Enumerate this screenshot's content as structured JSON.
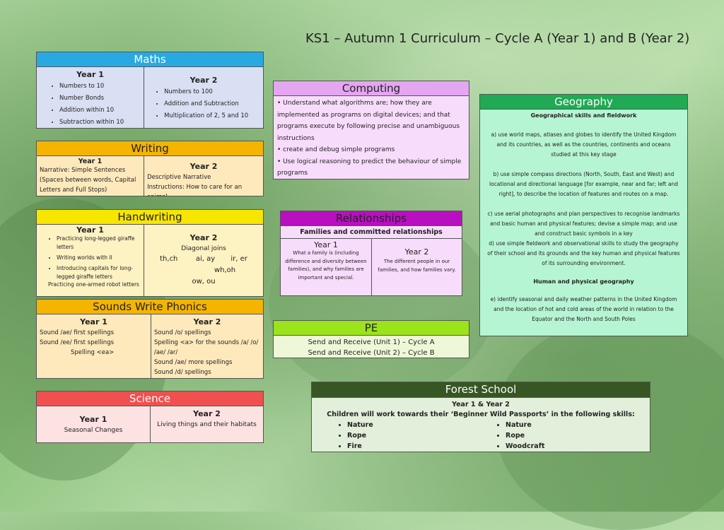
{
  "title": "KS1 – Autumn 1 Curriculum – Cycle A (Year 1) and B (Year 2)",
  "maths": {
    "heading": "Maths",
    "year1_label": "Year 1",
    "year1_items": [
      "Numbers to 10",
      "Number Bonds",
      "Addition within 10",
      "Subtraction within 10"
    ],
    "year2_label": "Year 2",
    "year2_items": [
      "Numbers to 100",
      "Addition and Subtraction",
      "Multiplication of 2, 5 and 10"
    ]
  },
  "writing": {
    "heading": "Writing",
    "year1_label": "Year 1",
    "year1_text": "Narrative: Simple Sentences (Spaces between words, Capital Letters and Full Stops)",
    "year2_label": "Year 2",
    "year2_line1": "Descriptive Narrative",
    "year2_line2": "Instructions: How to care for an animal"
  },
  "handwriting": {
    "heading": "Handwriting",
    "year1_label": "Year 1",
    "year1_items": [
      "Practicing long-legged giraffe letters",
      "Writing worlds with ll",
      "Introducing capitals for long-legged giraffe letters"
    ],
    "year1_extra": "Practicing one-armed robot letters",
    "year2_label": "Year 2",
    "year2_sub": "Diagonal joins",
    "year2_row1": "th,ch        ai, ay       ir, er",
    "year2_row2": "wh,oh",
    "year2_row3": "ow, ou"
  },
  "phonics": {
    "heading": "Sounds Write Phonics",
    "year1_label": "Year 1",
    "year1_lines": [
      "Sound /ae/ first spellings",
      "Sound /ee/ first spellings",
      "Spelling <ea>"
    ],
    "year2_label": "Year 2",
    "year2_lines": [
      "Sound /o/ spellings",
      "Spelling <a> for the sounds /a/ /o/ /ae/ /ar/",
      "Sound /ae/ more spellings",
      "Sound /d/ spellings"
    ]
  },
  "science": {
    "heading": "Science",
    "year1_label": "Year 1",
    "year1_text": "Seasonal Changes",
    "year2_label": "Year 2",
    "year2_text": "Living things and their habitats"
  },
  "computing": {
    "heading": "Computing",
    "lines": [
      "• Understand what algorithms are; how they are implemented as programs on digital devices; and that programs execute by following precise and unambiguous instructions",
      "• create and debug simple programs",
      "• Use logical reasoning to predict the behaviour of simple programs"
    ]
  },
  "relationships": {
    "heading": "Relationships",
    "subheading": "Families and committed relationships",
    "year1_label": "Year 1",
    "year1_text": "What a family is (including difference and diversity between families), and why families are important and special.",
    "year2_label": "Year 2",
    "year2_text": "The different people in our families, and how families vary."
  },
  "pe": {
    "heading": "PE",
    "line1": "Send and Receive (Unit 1) – Cycle A",
    "line2": "Send and Receive (Unit 2) – Cycle B"
  },
  "geography": {
    "heading": "Geography",
    "sub1": "Geographical skills and fieldwork",
    "a": "a)            use world maps, atlases and globes to identify the United Kingdom and its countries, as well as the countries, continents and oceans studied at this key stage",
    "b": "b)            use simple compass directions (North, South, East and West) and locational and directional language [for example, near and far; left and right], to describe the location of features and routes on a map.",
    "c": "c)            use aerial photographs and plan perspectives to recognise landmarks and basic human and physical features; devise a simple map; and use and construct basic symbols in a key",
    "d": "d)            use simple fieldwork and observational skills to study the geography of their school and its grounds and the key human and physical features of its surrounding environment.",
    "sub2": "Human and physical geography",
    "e": "e)            identify seasonal and daily weather patterns in the United Kingdom and the location of hot and cold areas of the world in relation to the Equator and the North and South Poles"
  },
  "forest": {
    "heading": "Forest School",
    "years": "Year 1 & Year 2",
    "intro": "Children will work towards their ‘Beginner Wild Passports’ in the following skills:",
    "left_items": [
      "Nature",
      "Rope",
      "Fire"
    ],
    "right_items": [
      "Nature",
      "Rope",
      "Woodcraft"
    ]
  },
  "colors": {
    "maths": "#29a9e1",
    "writing": "#f4b400",
    "handwriting": "#f7e600",
    "phonics": "#f4b400",
    "science": "#f0504f",
    "computing": "#e4a6f0",
    "relationships": "#b80fc0",
    "pe": "#9be31a",
    "geography": "#1faa53",
    "forest": "#375623"
  }
}
